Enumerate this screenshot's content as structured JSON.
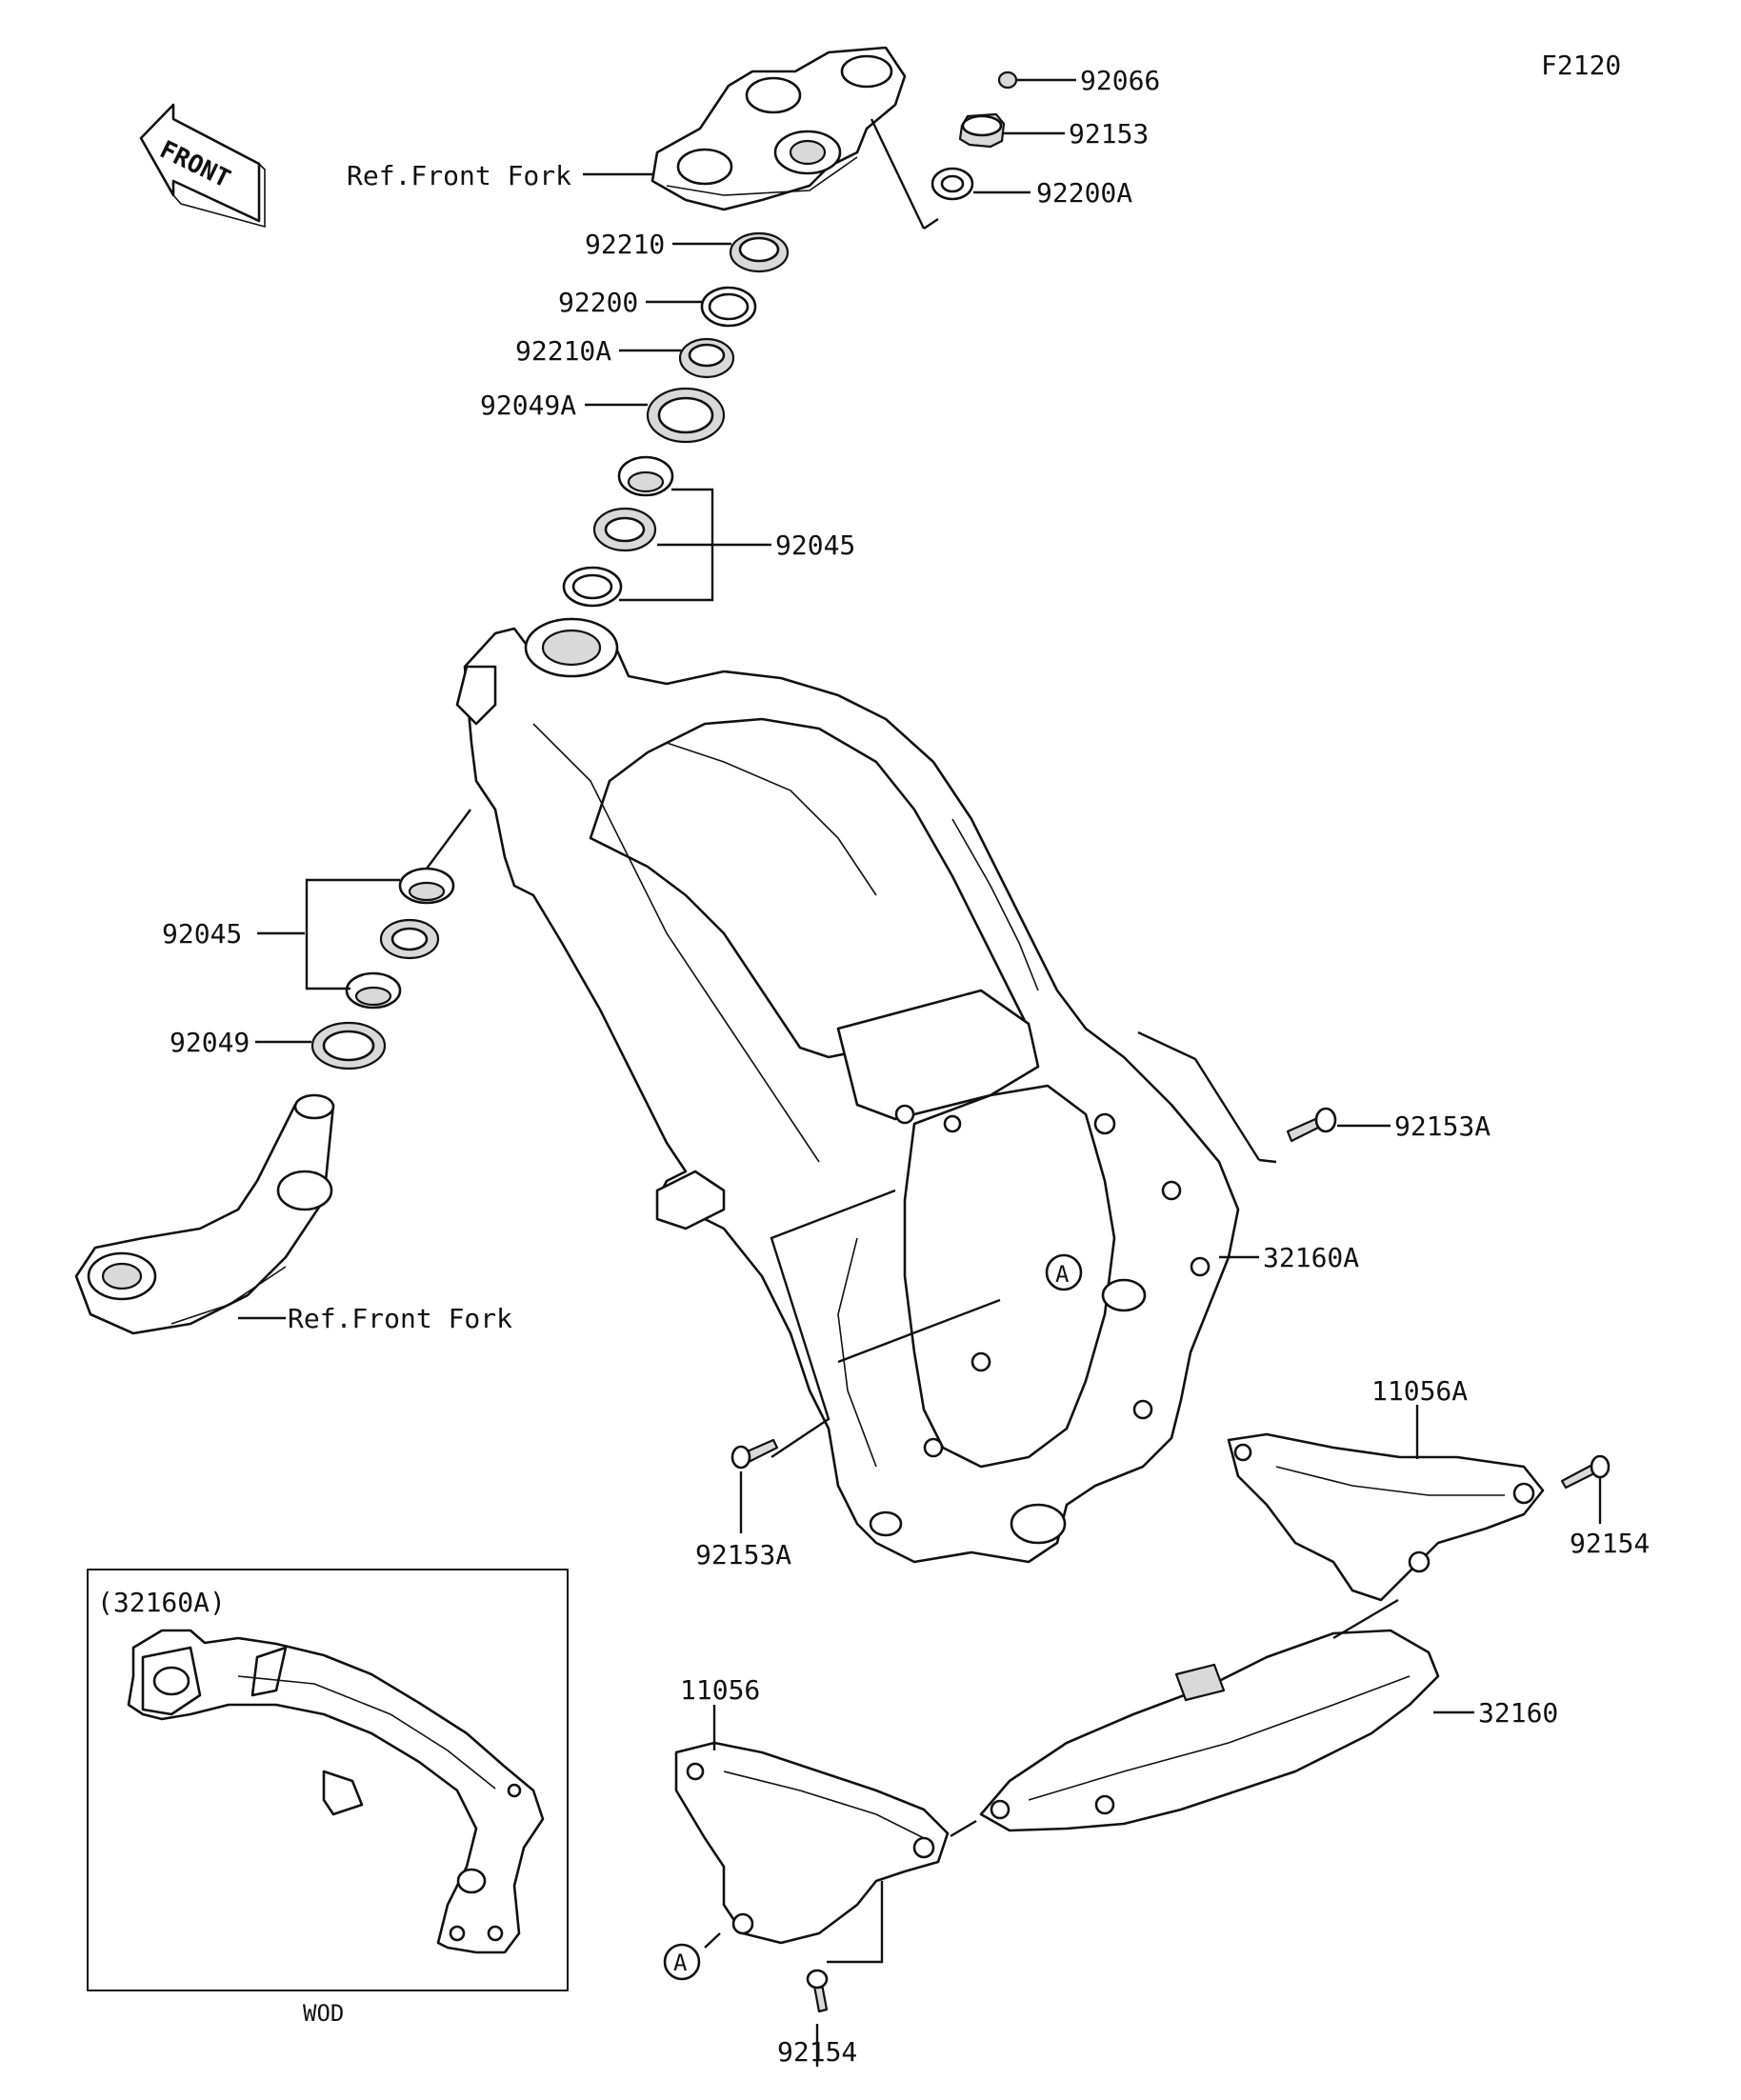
{
  "figure_code": "F2120",
  "front_arrow_label": "FRONT",
  "callouts": {
    "p92066": "92066",
    "p92153": "92153",
    "p92200A": "92200A",
    "ref_front_fork_top": "Ref.Front Fork",
    "p92210": "92210",
    "p92200": "92200",
    "p92210A": "92210A",
    "p92049A": "92049A",
    "p92045_upper": "92045",
    "p92045_lower": "92045",
    "p92049": "92049",
    "ref_front_fork_bottom": "Ref.Front Fork",
    "p92153A_right": "92153A",
    "p32160A": "32160A",
    "p92153A_bottom": "92153A",
    "p11056A": "11056A",
    "p92154_right": "92154",
    "p32160": "32160",
    "p11056": "11056",
    "p92154_bottom": "92154"
  },
  "reference_marks": {
    "a_upper": "A",
    "a_lower": "A"
  },
  "inset": {
    "title": "(32160A)",
    "caption": "WOD"
  }
}
